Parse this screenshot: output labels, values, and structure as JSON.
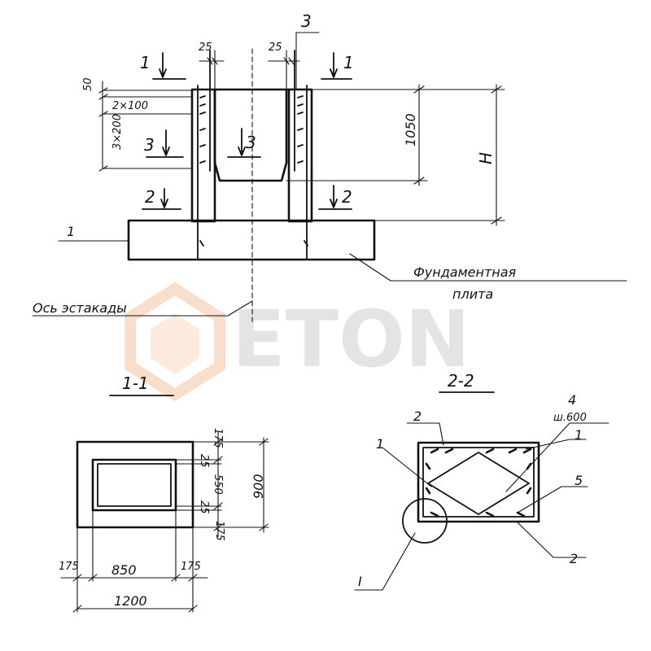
{
  "watermark": {
    "text": "ETON"
  },
  "elevation": {
    "section_marks": {
      "sec1": "1",
      "sec2": "2",
      "sec3": "3",
      "item3": "3"
    },
    "dims": {
      "d25a": "25",
      "d25b": "25",
      "d50": "50",
      "d2x100": "2×100",
      "d3x200": "3×200",
      "d1050": "1050",
      "dH": "H"
    },
    "left_ref": "1",
    "foundation_label_line1": "Фундаментная",
    "foundation_label_line2": "плита",
    "axis_label": "Ось эстакады"
  },
  "section_1_1": {
    "title": "1-1",
    "dims": {
      "w175a": "175",
      "w850": "850",
      "w175b": "175",
      "w1200": "1200",
      "h175a": "175",
      "h25a": "25",
      "h550": "550",
      "h25b": "25",
      "h175b": "175",
      "h900": "900"
    }
  },
  "section_2_2": {
    "title": "2-2",
    "callouts": {
      "c1a": "1",
      "c2a": "2",
      "c4": "4",
      "c_sh": "ш.600",
      "c1b": "1",
      "c5": "5",
      "c2b": "2",
      "cI": "I"
    }
  }
}
